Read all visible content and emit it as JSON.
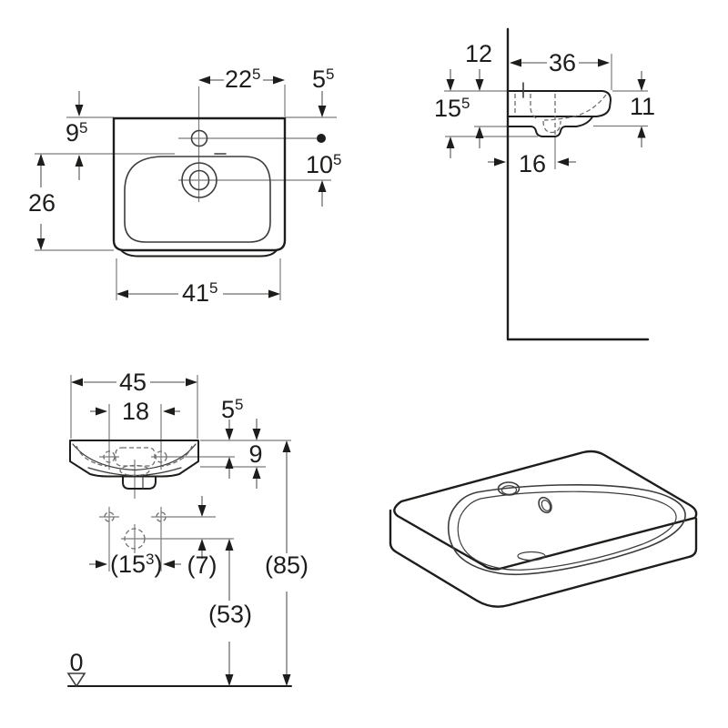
{
  "drawing_type": "washbasin technical dimension drawing",
  "colors": {
    "outline": "#1d1d1b",
    "mid": "#3c3c3c",
    "dim": "#6e6e6e",
    "ext": "#7c7c7c",
    "background": "#ffffff"
  },
  "labels": {
    "front_tap_offset": {
      "v": "22",
      "s": "5"
    },
    "front_tap_drop": {
      "v": "5",
      "s": "5"
    },
    "front_rim_depth": {
      "v": "9",
      "s": "5"
    },
    "front_drain_drop": {
      "v": "10",
      "s": "5"
    },
    "front_height": "26",
    "front_width": {
      "v": "41",
      "s": "5"
    },
    "side_rear_height": "12",
    "side_depth": "36",
    "side_total_height": {
      "v": "15",
      "s": "5"
    },
    "side_front_height": "11",
    "side_drain_offset": "16",
    "install_width": "45",
    "install_hole_spacing": "18",
    "install_hole_drop": {
      "v": "5",
      "s": "5"
    },
    "install_rim_drop": "9",
    "install_hole_span": {
      "o": "(15",
      "s": "3",
      "c": ")"
    },
    "install_drain_drop": "(7)",
    "install_drain_height": "(53)",
    "install_rim_height": "(85)",
    "install_datum": "0"
  }
}
